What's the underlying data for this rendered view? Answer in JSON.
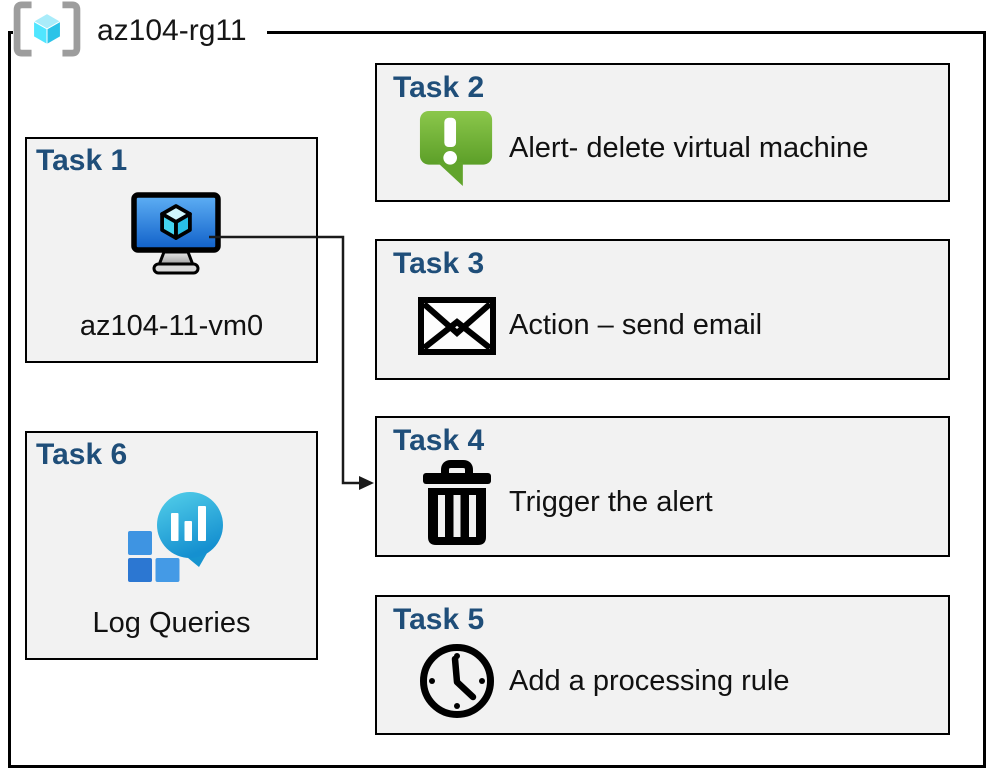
{
  "resource_group": {
    "name": "az104-rg11",
    "icon": "resource-group-icon"
  },
  "tasks": [
    {
      "id": "task-1",
      "title": "Task 1",
      "label": "az104-11-vm0",
      "icon": "virtual-machine-icon"
    },
    {
      "id": "task-2",
      "title": "Task 2",
      "label": "Alert- delete virtual machine",
      "icon": "alert-message-icon"
    },
    {
      "id": "task-3",
      "title": "Task 3",
      "label": "Action – send email",
      "icon": "email-envelope-icon"
    },
    {
      "id": "task-4",
      "title": "Task 4",
      "label": "Trigger the alert",
      "icon": "trash-icon"
    },
    {
      "id": "task-5",
      "title": "Task 5",
      "label": "Add a processing rule",
      "icon": "clock-icon"
    },
    {
      "id": "task-6",
      "title": "Task 6",
      "label": "Log Queries",
      "icon": "log-analytics-icon"
    }
  ],
  "connector": {
    "from": "task-1 virtual machine",
    "to": "task-4"
  },
  "colors": {
    "task_title_blue": "#1F4E79",
    "box_fill": "#F2F2F2",
    "box_border": "#000000",
    "outer_border": "#000000",
    "alert_green_top": "#8BC74B",
    "alert_green_bottom": "#5C9F28",
    "vm_screen_top": "#5FB0F5",
    "vm_screen_bottom": "#0F5FC8",
    "cube_cyan": "#50E6FF",
    "bracket_gray": "#9D9D9D",
    "log_bubble_top": "#54D0EA",
    "log_bubble_bottom": "#1590D0",
    "log_square_blue": "#2E7DD6"
  }
}
